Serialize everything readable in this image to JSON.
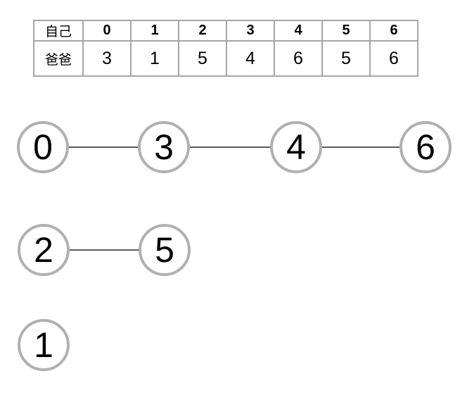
{
  "table": {
    "row_labels": [
      "自己",
      "爸爸"
    ],
    "indices": [
      "0",
      "1",
      "2",
      "3",
      "4",
      "5",
      "6"
    ],
    "parents": [
      "3",
      "1",
      "5",
      "4",
      "6",
      "5",
      "6"
    ]
  },
  "graph": {
    "components": [
      {
        "nodes": [
          "0",
          "3",
          "4",
          "6"
        ],
        "edges": [
          [
            "0",
            "3"
          ],
          [
            "3",
            "4"
          ],
          [
            "4",
            "6"
          ]
        ]
      },
      {
        "nodes": [
          "2",
          "5"
        ],
        "edges": [
          [
            "2",
            "5"
          ]
        ]
      },
      {
        "nodes": [
          "1"
        ],
        "edges": []
      }
    ]
  },
  "colors": {
    "background": "#ffffff",
    "text": "#000000",
    "table_border": "#a6a6a6",
    "node_border": "#b0b0b0",
    "edge_line": "#595959"
  }
}
